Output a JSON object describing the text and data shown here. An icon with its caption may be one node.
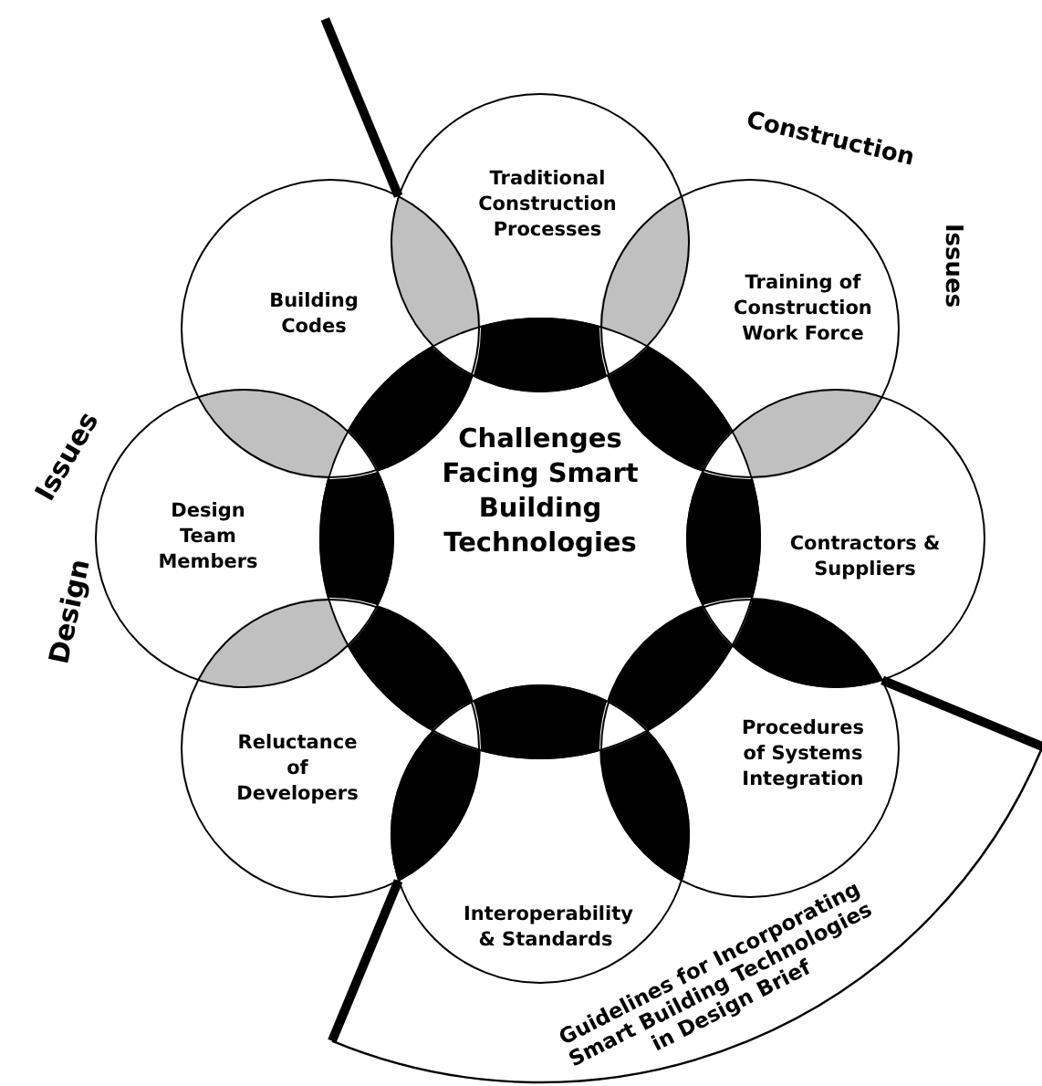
{
  "diagram": {
    "nodes": [
      {
        "text": [
          "Challenges Facing Smart Building Technologies"
        ]
      },
      {
        "text": [
          "Traditional Construction Processes"
        ]
      },
      {
        "text": [
          "Training of Construction Work Force"
        ]
      },
      {
        "text": [
          "Contractors & Suppliers"
        ]
      },
      {
        "text": [
          "Procedures of Systems Integration"
        ]
      },
      {
        "text": [
          "Interoperability & Standards"
        ]
      },
      {
        "text": [
          "Reluctance of Developers"
        ]
      },
      {
        "text": [
          "Design Team Members"
        ]
      },
      {
        "text": [
          "Building Codes"
        ]
      }
    ],
    "labels": [
      "Construction",
      "Issues",
      "Issues",
      "Design",
      "Guidelines for Incorporating Smart Building Technologies in Design Brief"
    ]
  }
}
